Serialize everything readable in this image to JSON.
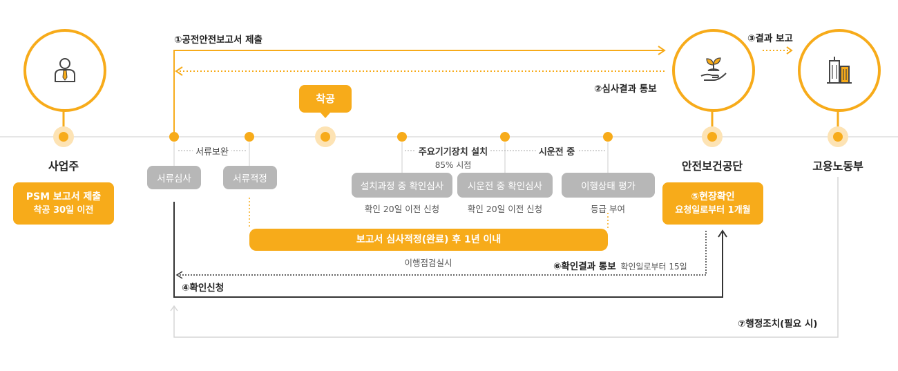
{
  "nodes": {
    "employer": {
      "label": "사업주",
      "icon": "person-icon"
    },
    "kosha": {
      "label": "안전보건공단",
      "icon": "plant-hand-icon"
    },
    "ministry": {
      "label": "고용노동부",
      "icon": "building-icon"
    }
  },
  "employer_box": {
    "line1": "PSM 보고서 제출",
    "line2": "착공 30일 이전"
  },
  "start_badge": "착공",
  "steps": {
    "s1": "①공전안전보고서 제출",
    "s2": "②심사결과 통보",
    "s3": "③결과 보고",
    "s4": "④확인신청",
    "s5_line1": "⑤현장확인",
    "s5_line2": "요청일로부터 1개월",
    "s6": "⑥확인결과 통보",
    "s6_sub": "확인일로부터 15일",
    "s7": "⑦행정조치(필요 시)"
  },
  "phases": {
    "doc_supplement": "서류보완",
    "install": "주요기기장치 설치",
    "install_sub": "85% 시점",
    "trial": "시운전 중"
  },
  "boxes": {
    "doc_review": "서류심사",
    "doc_ok": "서류적정",
    "install_check": "설치과정 중 확인심사",
    "trial_check": "시운전 중 확인심사",
    "impl_eval": "이행상태 평가"
  },
  "box_notes": {
    "install_note": "확인 20일 이전 신청",
    "trial_note": "확인 20일 이전 신청",
    "eval_note": "등급 부여"
  },
  "bar": {
    "label": "보고서 심사적정(완료) 후 1년 이내",
    "note": "이행점검실시"
  },
  "colors": {
    "accent": "#f7ab1a",
    "halo": "#fde3b4",
    "gray": "#b7b7b7",
    "dark": "#333333"
  }
}
